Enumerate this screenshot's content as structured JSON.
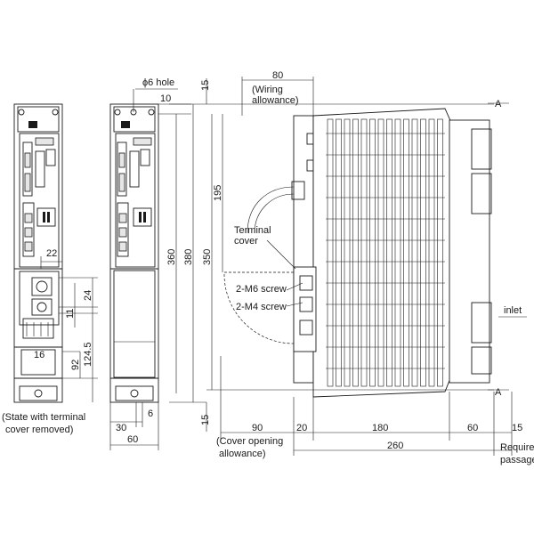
{
  "labels": {
    "hole": "ϕ6 hole",
    "wiring_allowance_1": "(Wiring",
    "wiring_allowance_2": "allowance)",
    "terminal_cover_1": "Terminal",
    "terminal_cover_2": "cover",
    "m6_screw": "2-M6 screw",
    "m4_screw": "2-M4 screw",
    "inlet": "inlet",
    "state_note_1": "(State with terminal",
    "state_note_2": "cover removed)",
    "cover_opening_1": "(Cover opening",
    "cover_opening_2": "allowance)",
    "required_1": "Required",
    "required_2": "passage",
    "section_a_top": "A",
    "section_a_bottom": "A"
  },
  "dimensions": {
    "d80": "80",
    "d15_top": "15",
    "d10": "10",
    "d195": "195",
    "d360": "360",
    "d380": "380",
    "d350": "350",
    "d22": "22",
    "d24": "24",
    "d11": "11",
    "d124_5": "124.5",
    "d16": "16",
    "d92": "92",
    "d15_bottom": "15",
    "d30": "30",
    "d6": "6",
    "d60_front": "60",
    "d90": "90",
    "d20": "20",
    "d180": "180",
    "d60_side": "60",
    "d15_right": "15",
    "d260": "260"
  },
  "colors": {
    "line": "#1a1a1a",
    "fill": "#ffffff",
    "shade": "#e6e6e6"
  }
}
